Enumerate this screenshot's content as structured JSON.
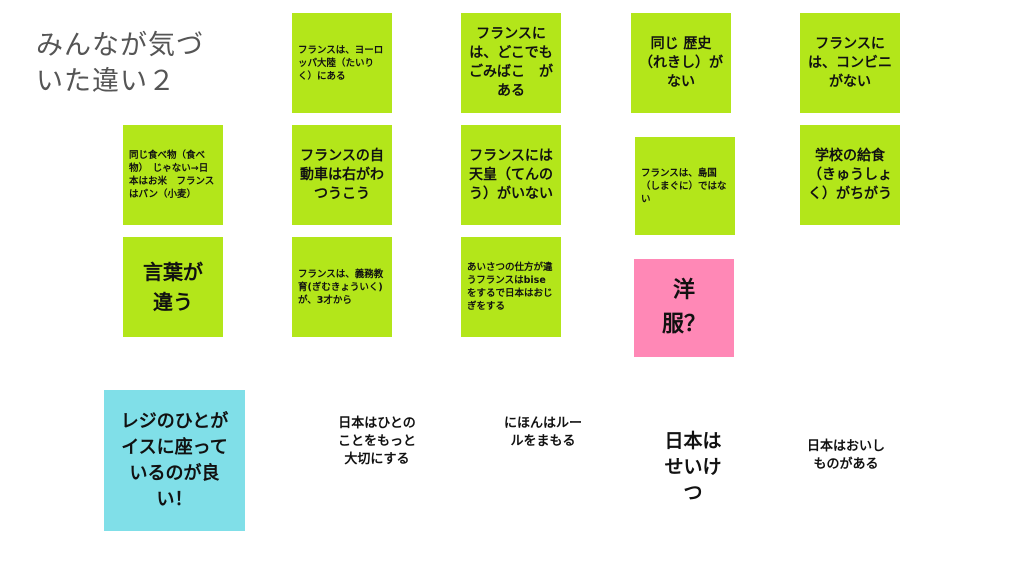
{
  "title": "みんなが気づいた違い２",
  "notes": [
    "フランスは、ヨーロッパ大陸（たいりく）にある",
    "フランスには、どこでも　ごみばこ　がある",
    "同じ 歴史（れきし）がない",
    "フランスには、コンビニがない",
    "同じ食べ物（食べ物）　じゃない→日本はお米　フランスはパン（小麦）",
    "フランスの自動車は右がわつうこう",
    "フランスには天皇（てんのう）がいない",
    "フランスは、島国（しまぐに）ではない",
    "学校の給食（きゅうしょく）がちがう",
    "言葉が違う",
    "フランスは、義務教育(ぎむきょういく)が、3才から",
    "あいさつの仕方が違うフランスはbiseをするで日本はおじぎをする",
    "洋服？",
    "レジのひとがイスに座っているのが良い！"
  ],
  "texts": [
    "日本はひとのことをもっと大切にする",
    "にほんはルールをまもる",
    "日本はせいけつ",
    "日本はおいしものがある"
  ]
}
